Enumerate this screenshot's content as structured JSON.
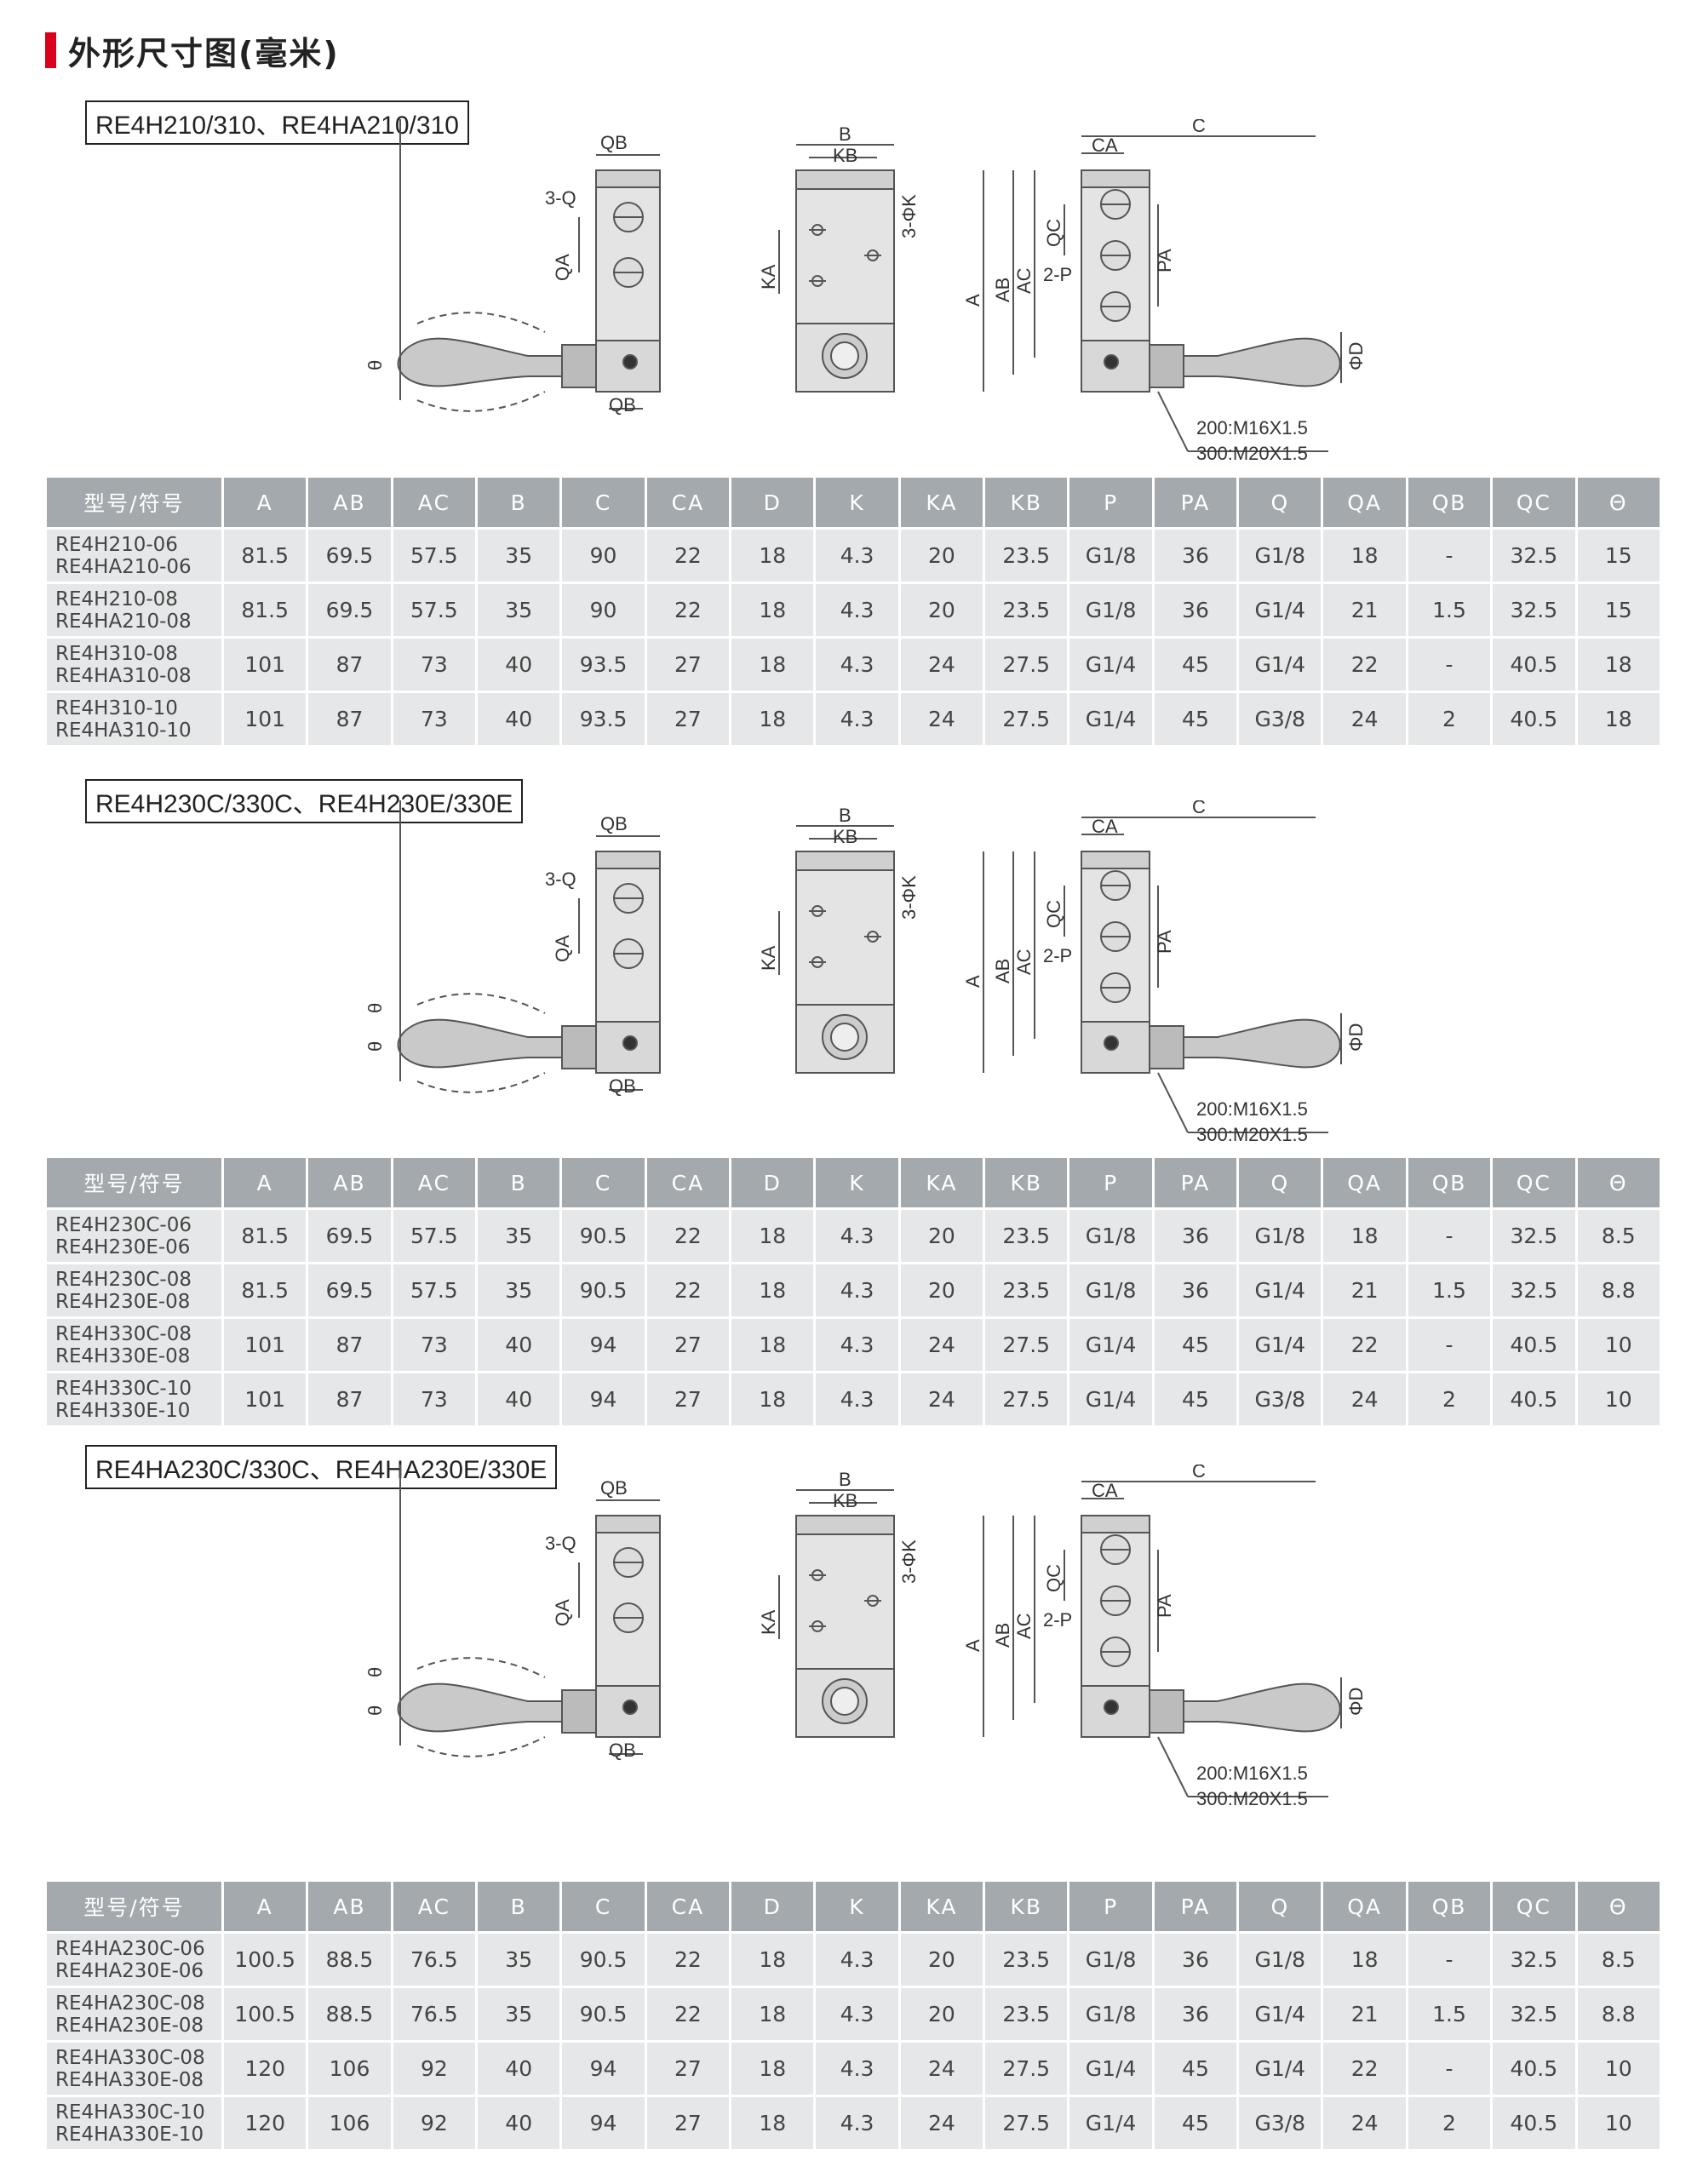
{
  "title": "外形尺寸图(毫米)",
  "drawing_labels": {
    "QB": "QB",
    "Q3": "3-Q",
    "QA": "QA",
    "theta": "θ",
    "B": "B",
    "KB": "KB",
    "K3": "3-ΦK",
    "KA": "KA",
    "C": "C",
    "CA": "CA",
    "A": "A",
    "AB": "AB",
    "AC": "AC",
    "QC": "QC",
    "P2": "2-P",
    "PA": "PA",
    "D": "ΦD",
    "thread1": "200:M16X1.5",
    "thread2": "300:M20X1.5"
  },
  "columns": [
    "型号/符号",
    "A",
    "AB",
    "AC",
    "B",
    "C",
    "CA",
    "D",
    "K",
    "KA",
    "KB",
    "P",
    "PA",
    "Q",
    "QA",
    "QB",
    "QC",
    "Θ"
  ],
  "sections": [
    {
      "label": "RE4H210/310、RE4HA210/310",
      "rows": [
        {
          "model": [
            "RE4H210-06",
            "RE4HA210-06"
          ],
          "values": [
            "81.5",
            "69.5",
            "57.5",
            "35",
            "90",
            "22",
            "18",
            "4.3",
            "20",
            "23.5",
            "G1/8",
            "36",
            "G1/8",
            "18",
            "-",
            "32.5",
            "15"
          ]
        },
        {
          "model": [
            "RE4H210-08",
            "RE4HA210-08"
          ],
          "values": [
            "81.5",
            "69.5",
            "57.5",
            "35",
            "90",
            "22",
            "18",
            "4.3",
            "20",
            "23.5",
            "G1/8",
            "36",
            "G1/4",
            "21",
            "1.5",
            "32.5",
            "15"
          ]
        },
        {
          "model": [
            "RE4H310-08",
            "RE4HA310-08"
          ],
          "values": [
            "101",
            "87",
            "73",
            "40",
            "93.5",
            "27",
            "18",
            "4.3",
            "24",
            "27.5",
            "G1/4",
            "45",
            "G1/4",
            "22",
            "-",
            "40.5",
            "18"
          ]
        },
        {
          "model": [
            "RE4H310-10",
            "RE4HA310-10"
          ],
          "values": [
            "101",
            "87",
            "73",
            "40",
            "93.5",
            "27",
            "18",
            "4.3",
            "24",
            "27.5",
            "G1/4",
            "45",
            "G3/8",
            "24",
            "2",
            "40.5",
            "18"
          ]
        }
      ]
    },
    {
      "label": "RE4H230C/330C、RE4H230E/330E",
      "rows": [
        {
          "model": [
            "RE4H230C-06",
            "RE4H230E-06"
          ],
          "values": [
            "81.5",
            "69.5",
            "57.5",
            "35",
            "90.5",
            "22",
            "18",
            "4.3",
            "20",
            "23.5",
            "G1/8",
            "36",
            "G1/8",
            "18",
            "-",
            "32.5",
            "8.5"
          ]
        },
        {
          "model": [
            "RE4H230C-08",
            "RE4H230E-08"
          ],
          "values": [
            "81.5",
            "69.5",
            "57.5",
            "35",
            "90.5",
            "22",
            "18",
            "4.3",
            "20",
            "23.5",
            "G1/8",
            "36",
            "G1/4",
            "21",
            "1.5",
            "32.5",
            "8.8"
          ]
        },
        {
          "model": [
            "RE4H330C-08",
            "RE4H330E-08"
          ],
          "values": [
            "101",
            "87",
            "73",
            "40",
            "94",
            "27",
            "18",
            "4.3",
            "24",
            "27.5",
            "G1/4",
            "45",
            "G1/4",
            "22",
            "-",
            "40.5",
            "10"
          ]
        },
        {
          "model": [
            "RE4H330C-10",
            "RE4H330E-10"
          ],
          "values": [
            "101",
            "87",
            "73",
            "40",
            "94",
            "27",
            "18",
            "4.3",
            "24",
            "27.5",
            "G1/4",
            "45",
            "G3/8",
            "24",
            "2",
            "40.5",
            "10"
          ]
        }
      ]
    },
    {
      "label": "RE4HA230C/330C、RE4HA230E/330E",
      "rows": [
        {
          "model": [
            "RE4HA230C-06",
            "RE4HA230E-06"
          ],
          "values": [
            "100.5",
            "88.5",
            "76.5",
            "35",
            "90.5",
            "22",
            "18",
            "4.3",
            "20",
            "23.5",
            "G1/8",
            "36",
            "G1/8",
            "18",
            "-",
            "32.5",
            "8.5"
          ]
        },
        {
          "model": [
            "RE4HA230C-08",
            "RE4HA230E-08"
          ],
          "values": [
            "100.5",
            "88.5",
            "76.5",
            "35",
            "90.5",
            "22",
            "18",
            "4.3",
            "20",
            "23.5",
            "G1/8",
            "36",
            "G1/4",
            "21",
            "1.5",
            "32.5",
            "8.8"
          ]
        },
        {
          "model": [
            "RE4HA330C-08",
            "RE4HA330E-08"
          ],
          "values": [
            "120",
            "106",
            "92",
            "40",
            "94",
            "27",
            "18",
            "4.3",
            "24",
            "27.5",
            "G1/4",
            "45",
            "G1/4",
            "22",
            "-",
            "40.5",
            "10"
          ]
        },
        {
          "model": [
            "RE4HA330C-10",
            "RE4HA330E-10"
          ],
          "values": [
            "120",
            "106",
            "92",
            "40",
            "94",
            "27",
            "18",
            "4.3",
            "24",
            "27.5",
            "G1/4",
            "45",
            "G3/8",
            "24",
            "2",
            "40.5",
            "10"
          ]
        }
      ]
    }
  ]
}
